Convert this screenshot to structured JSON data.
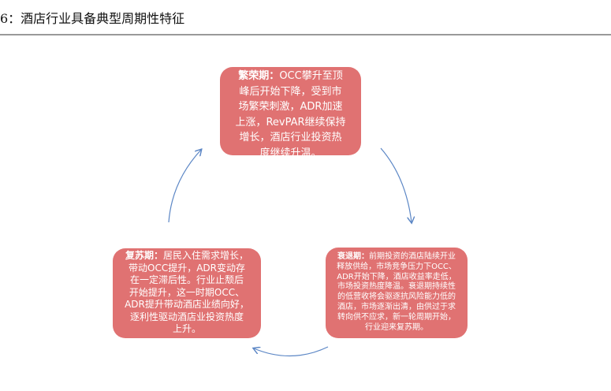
{
  "title": "6：酒店行业具备典型周期性特征",
  "phases": {
    "boom": {
      "label": "繁荣期：",
      "lines": [
        "OCC攀升至顶",
        "峰后开始下降，受到市",
        "场繁荣刺激，ADR加速",
        "上涨，RevPAR继续保持",
        "增长，酒店行业投资热",
        "度继续升温。"
      ]
    },
    "recession": {
      "label": "衰退期：",
      "lines": [
        "前期投资的酒店陆续开业",
        "释放供给，市场竞争压力下OCC、",
        "ADR开始下降，酒店收益率走低，",
        "市场投资热度降温。衰退期持续性",
        "的低营收将会驱逐抗风险能力低的",
        "酒店，市场逐渐出清，由供过于求",
        "转向供不应求，新一轮周期开始，",
        "行业迎来复苏期。"
      ]
    },
    "recovery": {
      "label": "复苏期：",
      "lines": [
        "居民入住需求增长，",
        "带动OCC提升，ADR变动存",
        "在一定滞后性。行业止颓后",
        "开始提升，这一时期OCC、",
        "ADR提升带动酒店业绩向好，",
        "逐利性驱动酒店业投资热度",
        "上升。"
      ]
    }
  },
  "colors": {
    "box": "#e07272",
    "arrow": "#5b86c5"
  }
}
